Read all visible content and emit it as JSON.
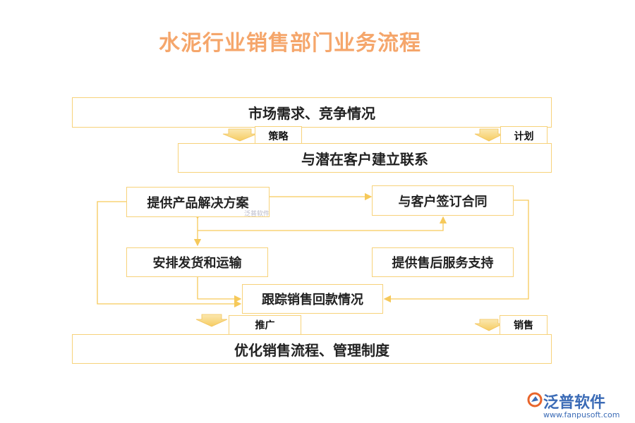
{
  "title": "水泥行业销售部门业务流程",
  "nodes": {
    "market": "市场需求、竞争情况",
    "contact": "与潜在客户建立联系",
    "solution": "提供产品解决方案",
    "contract": "与客户签订合同",
    "delivery": "安排发货和运输",
    "aftersale": "提供售后服务支持",
    "track": "跟踪销售回款情况",
    "optimize": "优化销售流程、管理制度"
  },
  "tags": {
    "strategy": "策略",
    "plan": "计划",
    "promote": "推广",
    "sales": "销售"
  },
  "watermark": "泛普软件",
  "brand": {
    "name": "泛普软件",
    "url": "www.fanpusoft.com"
  },
  "colors": {
    "title": "#f5a66b",
    "border": "#f7d27a",
    "arrow": "#f6c95a",
    "brand": "#3b6bb6"
  }
}
